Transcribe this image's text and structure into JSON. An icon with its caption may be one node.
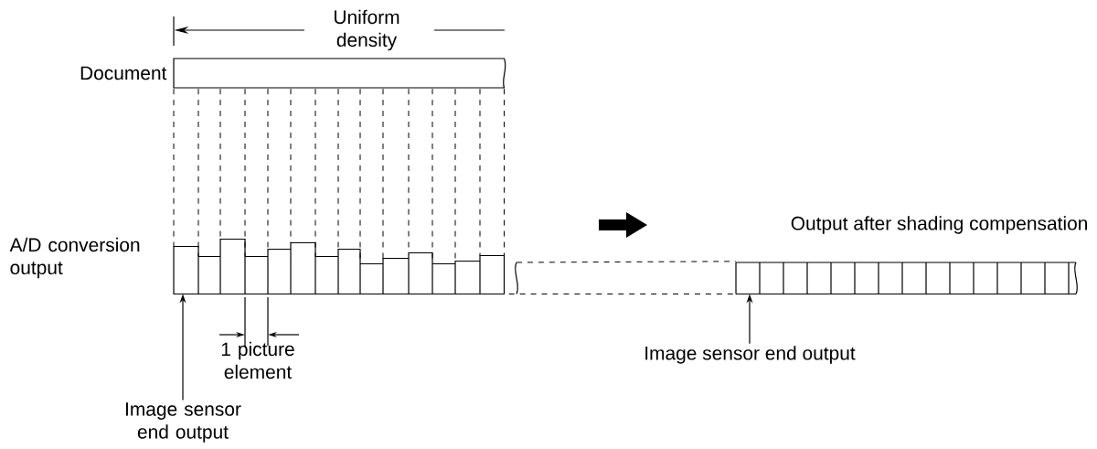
{
  "diagram": {
    "nodes": [
      {
        "text": [],
        "shape": "bar",
        "beside": [
          "Document"
        ]
      },
      {
        "text": [
          "Image sensor end output"
        ]
      },
      {
        "text": [
          "Image sensor end output"
        ]
      },
      {
        "text": [],
        "shape": "bar",
        "beside": [
          "A/D conversion output"
        ]
      },
      {
        "text": [],
        "shape": "box",
        "beside": [
          "Output after shading compensation"
        ]
      }
    ],
    "edges": [
      {
        "from": 1,
        "to": 3,
        "arrow": "to"
      },
      {
        "from": 2,
        "to": 4,
        "arrow": "to"
      },
      {
        "from": 0,
        "to": 3,
        "arrow": "none",
        "style": "dashed"
      },
      {
        "from": 0,
        "to": 3,
        "arrow": "none",
        "style": "dashed"
      },
      {
        "from": 0,
        "to": 3,
        "arrow": "none",
        "style": "dashed"
      },
      {
        "from": 0,
        "to": 3,
        "arrow": "none",
        "style": "dashed"
      },
      {
        "from": 0,
        "to": 3,
        "arrow": "none",
        "style": "dashed"
      },
      {
        "from": 0,
        "to": 3,
        "arrow": "none",
        "style": "dashed"
      },
      {
        "from": 0,
        "to": 3,
        "arrow": "none",
        "style": "dashed"
      },
      {
        "from": 0,
        "to": 3,
        "arrow": "none",
        "style": "dashed"
      },
      {
        "from": 0,
        "to": 3,
        "arrow": "none",
        "style": "dashed"
      },
      {
        "from": 0,
        "to": 3,
        "arrow": "none",
        "style": "dashed"
      },
      {
        "from": 0,
        "to": 3,
        "arrow": "none",
        "style": "dashed"
      },
      {
        "from": 0,
        "to": 3,
        "arrow": "none",
        "style": "dashed"
      },
      {
        "from": 0,
        "to": 3,
        "arrow": "none",
        "style": "dashed"
      },
      {
        "from": 0,
        "to": 3,
        "arrow": "none",
        "style": "dashed"
      },
      {
        "from": 0,
        "to": 3,
        "arrow": "none",
        "style": "dashed"
      },
      {
        "from": 3,
        "to": 4,
        "arrow": "none",
        "style": "dashed"
      }
    ],
    "labels": [
      "Uniform density",
      "1 picture element"
    ]
  }
}
